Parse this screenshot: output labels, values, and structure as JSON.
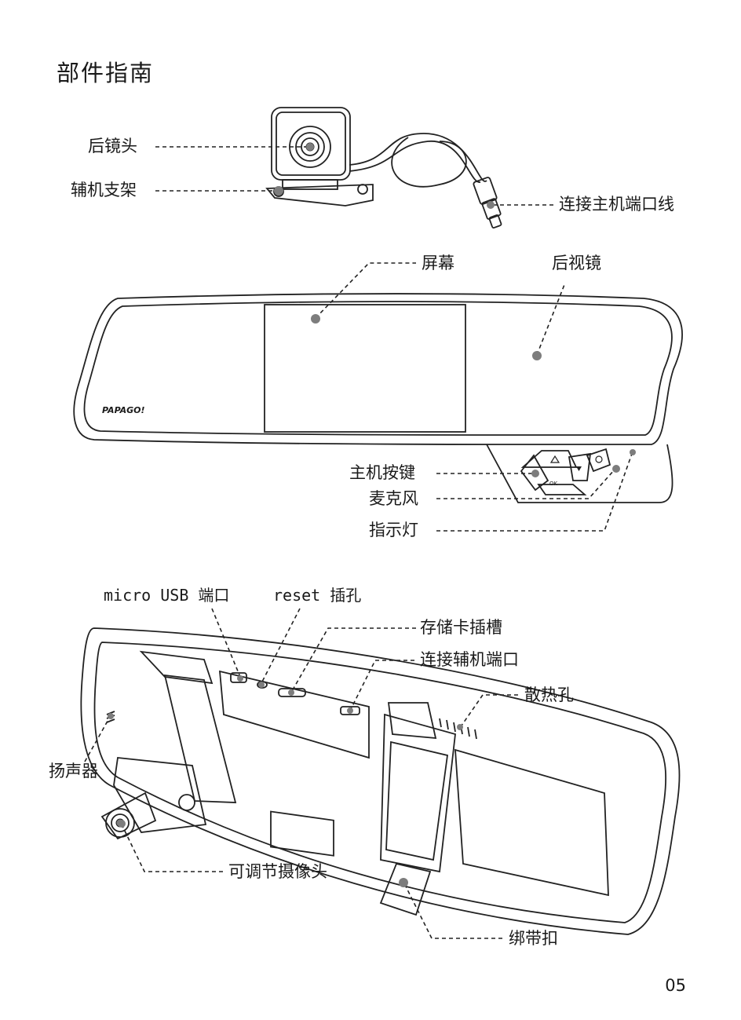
{
  "page_title": "部件指南",
  "page_number": "05",
  "brand_logo": "PAPAGO!",
  "rear_camera": {
    "lens": "后镜头",
    "bracket": "辅机支架",
    "cable": "连接主机端口线"
  },
  "front_view": {
    "screen": "屏幕",
    "mirror": "后视镜",
    "buttons": "主机按键",
    "mic": "麦克风",
    "led": "指示灯",
    "ok_label": "OK"
  },
  "back_view": {
    "usb": "micro USB 端口",
    "reset": "reset 插孔",
    "sd_slot": "存储卡插槽",
    "aux_port": "连接辅机端口",
    "vents": "散热孔",
    "speaker": "扬声器",
    "adj_camera": "可调节摄像头",
    "strap": "绑带扣"
  }
}
